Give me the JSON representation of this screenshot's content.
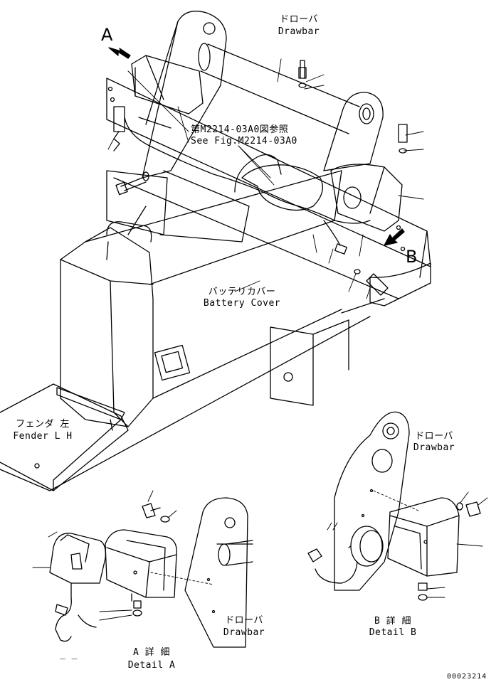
{
  "labels": {
    "drawbar_top_jp": "ドローバ",
    "drawbar_top_en": "Drawbar",
    "ref_jp": "第M2214-03A0図参照",
    "ref_en": "See Fig.M2214-03A0",
    "battery_jp": "バッテリカバー",
    "battery_en": "Battery Cover",
    "fender_jp": "フェンダ 左",
    "fender_en": "Fender L H",
    "drawbar_b_jp": "ドローバ",
    "drawbar_b_en": "Drawbar",
    "drawbar_a_jp": "ドローバ",
    "drawbar_a_en": "Drawbar",
    "detail_a_jp": "A 詳 細",
    "detail_a_en": "Detail A",
    "detail_b_jp": "B 詳 細",
    "detail_b_en": "Detail B",
    "callout_a": "A",
    "callout_b": "B",
    "dash_mark": "_ _",
    "drawing_no": "00023214"
  }
}
